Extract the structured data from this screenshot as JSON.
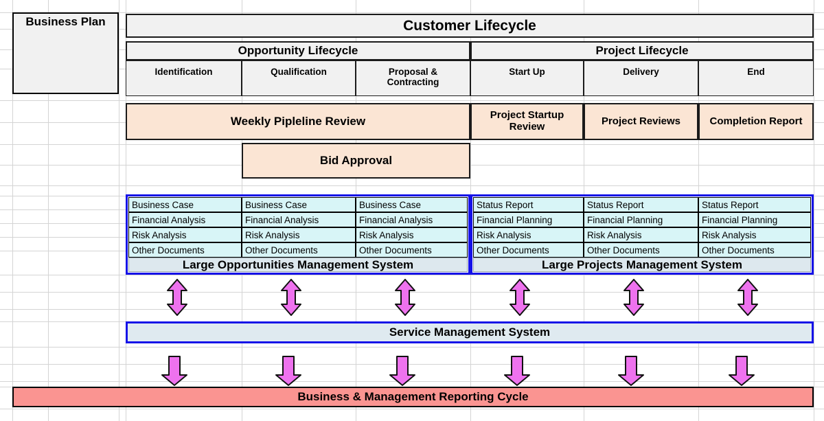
{
  "diagram": {
    "business_plan": {
      "label": "Business Plan"
    },
    "top_title": "Customer Lifecycle",
    "lifecycles": [
      {
        "label": "Opportunity Lifecycle"
      },
      {
        "label": "Project Lifecycle"
      }
    ],
    "stages": [
      {
        "label": "Identification"
      },
      {
        "label": "Qualification"
      },
      {
        "label": "Proposal &\nContracting"
      },
      {
        "label": "Start Up"
      },
      {
        "label": "Delivery"
      },
      {
        "label": "End"
      }
    ],
    "reviews": [
      {
        "label": "Weekly Pipleline Review"
      },
      {
        "label": "Project Startup Review"
      },
      {
        "label": "Project Reviews"
      },
      {
        "label": "Completion Report"
      }
    ],
    "bid_approval": {
      "label": "Bid Approval"
    },
    "document_columns": [
      {
        "docs": [
          "Business Case",
          "Financial Analysis",
          "Risk Analysis",
          "Other Documents"
        ]
      },
      {
        "docs": [
          "Business Case",
          "Financial Analysis",
          "Risk Analysis",
          "Other Documents"
        ]
      },
      {
        "docs": [
          "Business Case",
          "Financial Analysis",
          "Risk Analysis",
          "Other Documents"
        ]
      },
      {
        "docs": [
          "Status Report",
          "Financial Planning",
          "Risk Analysis",
          "Other Documents"
        ]
      },
      {
        "docs": [
          "Status Report",
          "Financial Planning",
          "Risk Analysis",
          "Other Documents"
        ]
      },
      {
        "docs": [
          "Status Report",
          "Financial Planning",
          "Risk Analysis",
          "Other Documents"
        ]
      }
    ],
    "system_bars": [
      {
        "label": "Large Opportunities Management System"
      },
      {
        "label": "Large Projects Management System"
      }
    ],
    "service_system": {
      "label": "Service Management System"
    },
    "reporting_cycle": {
      "label": "Business & Management Reporting Cycle"
    },
    "colors": {
      "header_fill": "#f1f1f1",
      "review_fill": "#fbe5d4",
      "document_fill": "#d8f5f7",
      "system_bar_fill": "#dde8ee",
      "system_border": "#1512e8",
      "service_fill": "#dfeaf0",
      "reporting_fill": "#fa9491",
      "arrow_fill": "#ee72ee",
      "gridline": "#d4d4d4"
    },
    "arrows": {
      "bidirectional_count": 6,
      "down_count": 6,
      "bidirectional_name": "double-headed vertical arrow",
      "down_name": "down arrow"
    }
  }
}
